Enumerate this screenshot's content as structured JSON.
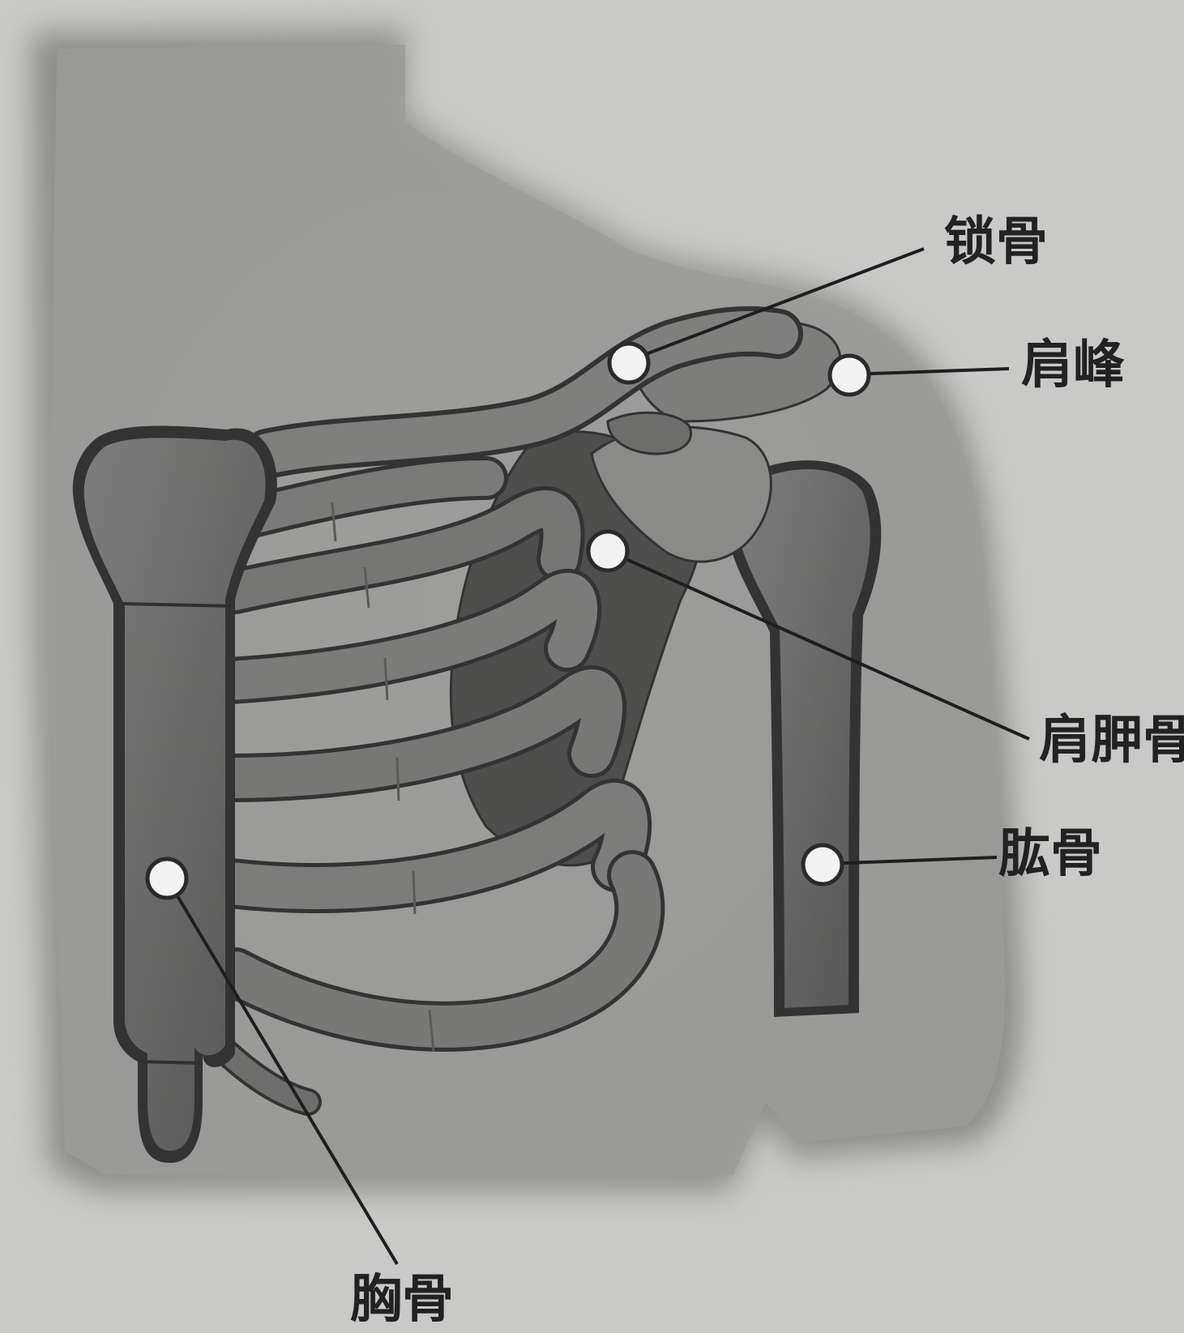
{
  "diagram": {
    "labels": {
      "clavicle": "锁骨",
      "acromion": "肩峰",
      "scapula": "肩胛骨",
      "humerus": "肱骨",
      "sternum": "胸骨"
    }
  },
  "colors": {
    "background": "#c9c9c7",
    "body_silhouette": "#9e9e9c",
    "bone_fill": "#6c6c6b",
    "bone_dark": "#454545",
    "bone_outline": "#333333",
    "marker_fill": "#f2f2f0",
    "leader_line": "#1e1e1e",
    "text": "#222222"
  }
}
